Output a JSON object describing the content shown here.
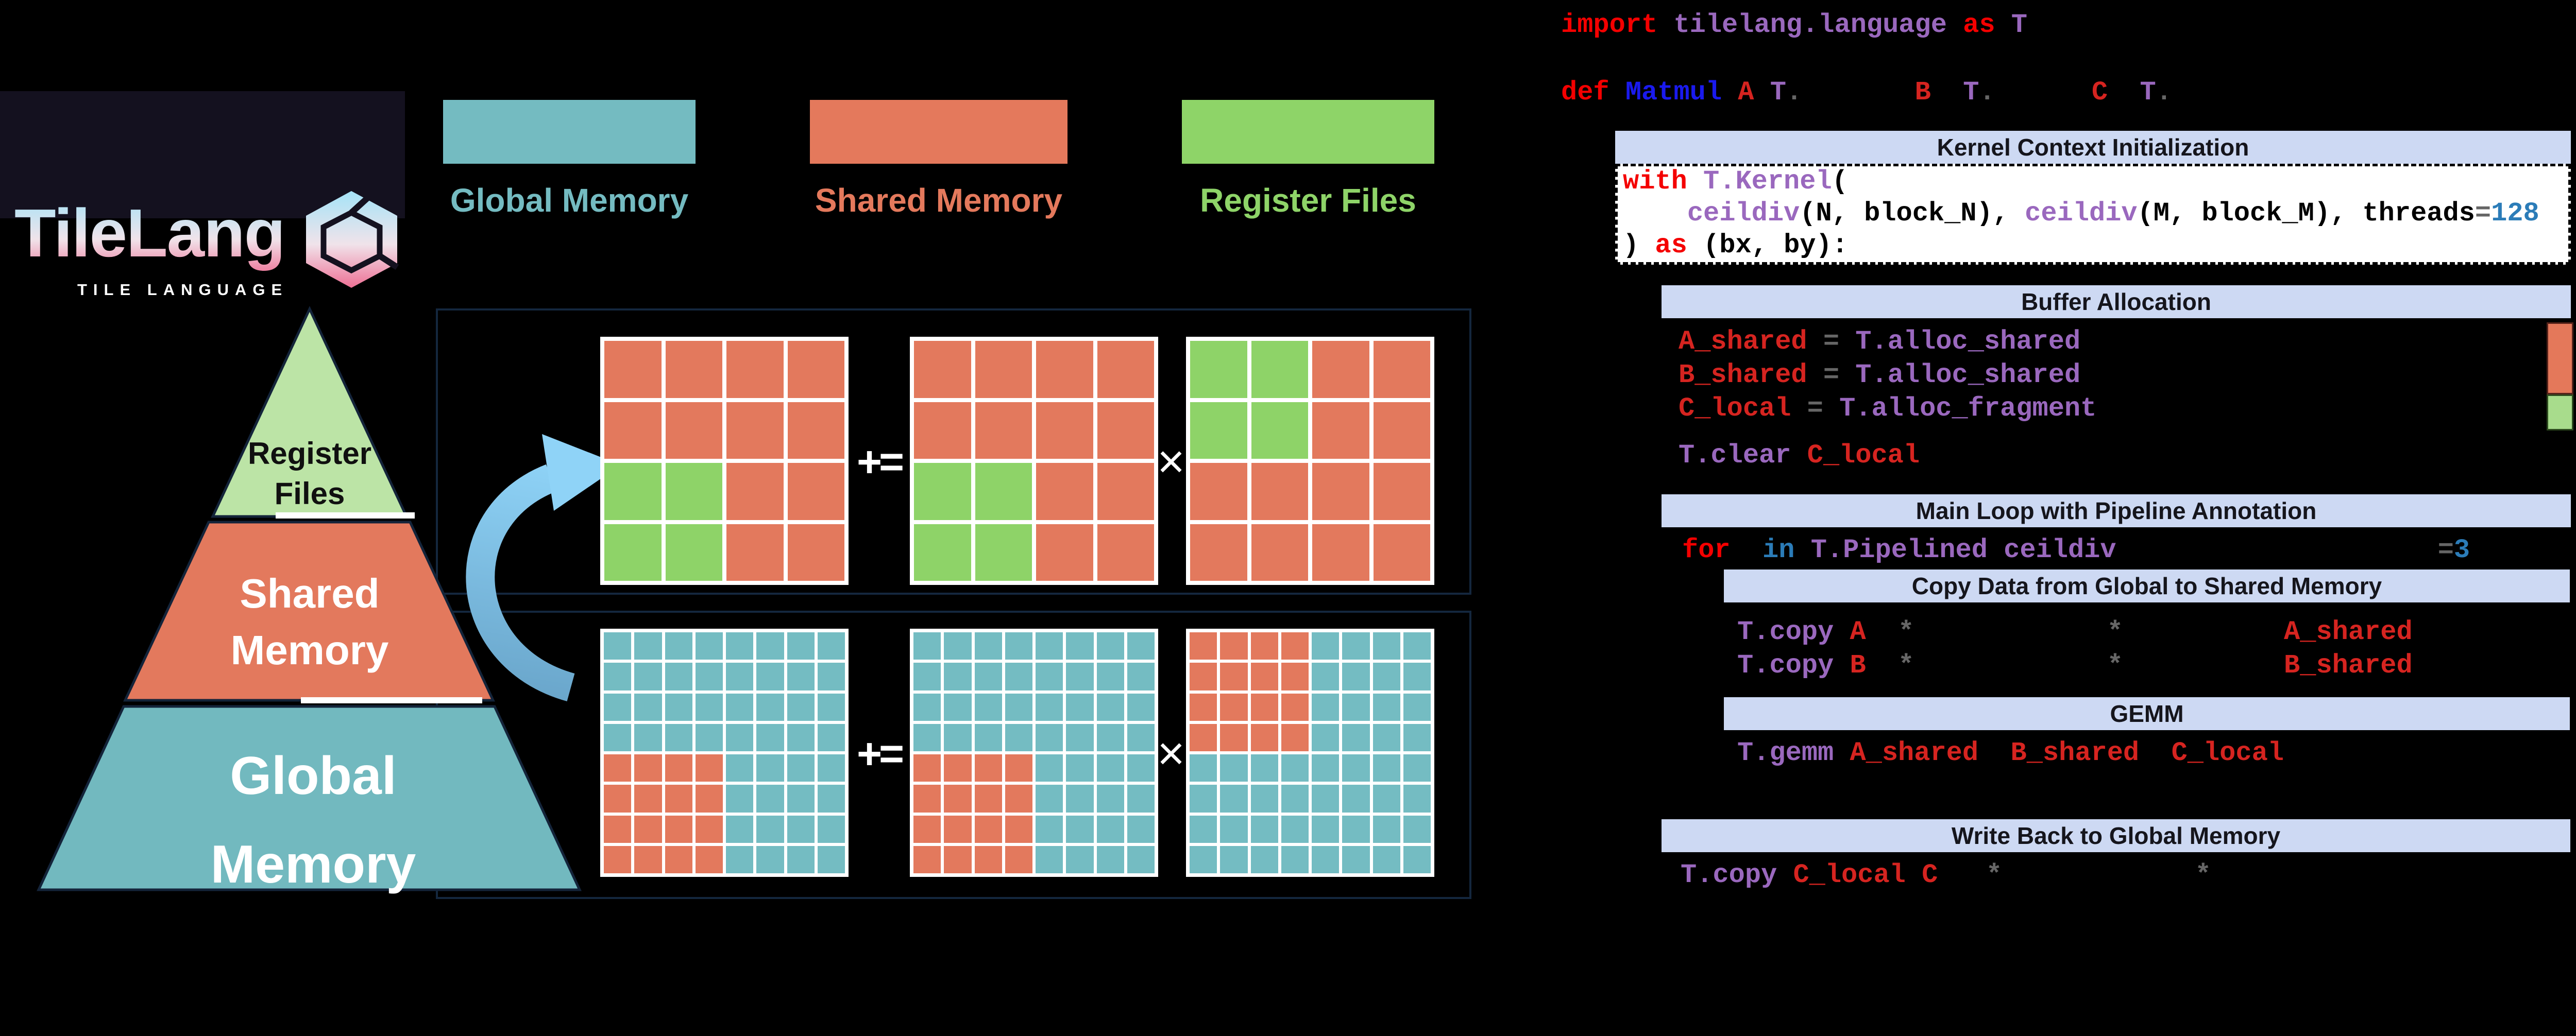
{
  "logo": {
    "title": "TileLang",
    "subtitle": "TILE LANGUAGE",
    "panel_color": "#14111f",
    "gradient_top": "#a5e3f7",
    "gradient_bottom": "#ee7095"
  },
  "legend": {
    "items": [
      {
        "label": "Global Memory",
        "color": "#74bbc1"
      },
      {
        "label": "Shared Memory",
        "color": "#e4795c"
      },
      {
        "label": "Register Files",
        "color": "#8ed468"
      }
    ]
  },
  "pyramid": {
    "levels": [
      {
        "label": "Register Files",
        "lines": [
          "Register",
          "Files"
        ],
        "color": "#bce4a6"
      },
      {
        "label": "Shared Memory",
        "lines": [
          "Shared",
          "Memory"
        ],
        "color": "#e3795d"
      },
      {
        "label": "Global Memory",
        "lines": [
          "Global",
          "Memory"
        ],
        "color": "#72b9bf"
      }
    ]
  },
  "matrices": {
    "cell_colors": {
      "S": "#e3795d",
      "G": "#8ed368",
      "T": "#74bcc2"
    },
    "operators": {
      "accum": "+=",
      "mul": "×"
    },
    "top": {
      "grids": [
        [
          "SSSS",
          "SSSS",
          "GGSS",
          "GGSS"
        ],
        [
          "SSSS",
          "SSSS",
          "GGSS",
          "GGSS"
        ],
        [
          "GGSS",
          "GGSS",
          "SSSS",
          "SSSS"
        ]
      ]
    },
    "bottom": {
      "grids": [
        [
          "TTTTTTTT",
          "TTTTTTTT",
          "TTTTTTTT",
          "TTTTTTTT",
          "SSSSTTTT",
          "SSSSTTTT",
          "SSSSTTTT",
          "SSSSTTTT"
        ],
        [
          "TTTTTTTT",
          "TTTTTTTT",
          "TTTTTTTT",
          "TTTTTTTT",
          "SSSSTTTT",
          "SSSSTTTT",
          "SSSSTTTT",
          "SSSSTTTT"
        ],
        [
          "SSSSTTTT",
          "SSSSTTTT",
          "SSSSTTTT",
          "SSSSTTTT",
          "TTTTTTTT",
          "TTTTTTTT",
          "TTTTTTTT",
          "TTTTTTTT"
        ]
      ]
    }
  },
  "sections": {
    "kernel": {
      "title": "Kernel Context Initialization"
    },
    "buffer": {
      "title": "Buffer Allocation"
    },
    "mainloop": {
      "title": "Main Loop with Pipeline Annotation"
    },
    "copy": {
      "title": "Copy Data from Global to Shared Memory"
    },
    "gemm": {
      "title": "GEMM"
    },
    "writeback": {
      "title": "Write Back to Global Memory"
    }
  },
  "code": {
    "g-import": [
      [
        {
          "t": "import ",
          "c": "kw"
        },
        {
          "t": "tilelang.language ",
          "c": "purple"
        },
        {
          "t": "as ",
          "c": "kw"
        },
        {
          "t": "T",
          "c": "purple"
        }
      ]
    ],
    "g-def": [
      [
        {
          "t": "def ",
          "c": "kw"
        },
        {
          "t": "Matmul ",
          "c": "blue"
        },
        {
          "t": "A",
          "c": "red2"
        },
        {
          "t": " ",
          "c": "plain"
        },
        {
          "t": "T",
          "c": "purple"
        },
        {
          "t": ".",
          "c": "gray"
        },
        {
          "t": "       ",
          "c": "plain"
        },
        {
          "t": "B",
          "c": "red2"
        },
        {
          "t": "  ",
          "c": "plain"
        },
        {
          "t": "T",
          "c": "purple"
        },
        {
          "t": ".",
          "c": "gray"
        },
        {
          "t": "      ",
          "c": "plain"
        },
        {
          "t": "C",
          "c": "red2"
        },
        {
          "t": "  ",
          "c": "plain"
        },
        {
          "t": "T",
          "c": "purple"
        },
        {
          "t": ".",
          "c": "gray"
        }
      ]
    ],
    "g-kernel": [
      [
        {
          "t": "with ",
          "c": "kw"
        },
        {
          "t": "T.Kernel",
          "c": "purple"
        },
        {
          "t": "(",
          "c": "plain"
        }
      ],
      [
        {
          "t": "    ",
          "c": "plain"
        },
        {
          "t": "ceildiv",
          "c": "purple"
        },
        {
          "t": "(N, block_N), ",
          "c": "plain"
        },
        {
          "t": "ceildiv",
          "c": "purple"
        },
        {
          "t": "(M, block_M), threads",
          "c": "plain"
        },
        {
          "t": "=",
          "c": "gray"
        },
        {
          "t": "128",
          "c": "num"
        }
      ],
      [
        {
          "t": ") ",
          "c": "plain"
        },
        {
          "t": "as ",
          "c": "kw"
        },
        {
          "t": "(bx, by):",
          "c": "plain"
        }
      ]
    ],
    "g-buffer": [
      [
        {
          "t": "A_shared ",
          "c": "red2"
        },
        {
          "t": "= ",
          "c": "gray"
        },
        {
          "t": "T.alloc_shared",
          "c": "purple"
        }
      ],
      [
        {
          "t": "B_shared ",
          "c": "red2"
        },
        {
          "t": "= ",
          "c": "gray"
        },
        {
          "t": "T.alloc_shared",
          "c": "purple"
        }
      ],
      [
        {
          "t": "C_local ",
          "c": "red2"
        },
        {
          "t": "= ",
          "c": "gray"
        },
        {
          "t": "T.alloc_fragment",
          "c": "purple"
        }
      ]
    ],
    "g-clear": [
      [
        {
          "t": "T.clear ",
          "c": "purple"
        },
        {
          "t": "C_local",
          "c": "red2"
        }
      ]
    ],
    "g-for": [
      [
        {
          "t": "for",
          "c": "kw"
        },
        {
          "t": "  ",
          "c": "plain"
        },
        {
          "t": "in",
          "c": "num"
        },
        {
          "t": " ",
          "c": "plain"
        },
        {
          "t": "T.Pipelined ceildiv",
          "c": "purple"
        },
        {
          "t": "                    ",
          "c": "plain"
        },
        {
          "t": "=",
          "c": "gray"
        },
        {
          "t": "3",
          "c": "num"
        }
      ]
    ],
    "g-copy": [
      [
        {
          "t": "T.copy ",
          "c": "purple"
        },
        {
          "t": "A",
          "c": "red2"
        },
        {
          "t": "  ",
          "c": "plain"
        },
        {
          "t": "*",
          "c": "gray"
        },
        {
          "t": "            ",
          "c": "plain"
        },
        {
          "t": "*",
          "c": "gray"
        },
        {
          "t": "          ",
          "c": "plain"
        },
        {
          "t": "A_shared",
          "c": "red2"
        }
      ],
      [
        {
          "t": "T.copy ",
          "c": "purple"
        },
        {
          "t": "B",
          "c": "red2"
        },
        {
          "t": "  ",
          "c": "plain"
        },
        {
          "t": "*",
          "c": "gray"
        },
        {
          "t": "            ",
          "c": "plain"
        },
        {
          "t": "*",
          "c": "gray"
        },
        {
          "t": "          ",
          "c": "plain"
        },
        {
          "t": "B_shared",
          "c": "red2"
        }
      ]
    ],
    "g-gemm": [
      [
        {
          "t": "T.gemm ",
          "c": "purple"
        },
        {
          "t": "A_shared",
          "c": "red2"
        },
        {
          "t": "  ",
          "c": "plain"
        },
        {
          "t": "B_shared",
          "c": "red2"
        },
        {
          "t": "  ",
          "c": "plain"
        },
        {
          "t": "C_local",
          "c": "red2"
        }
      ]
    ],
    "g-writeback": [
      [
        {
          "t": "T.copy ",
          "c": "purple"
        },
        {
          "t": "C_local",
          "c": "red2"
        },
        {
          "t": " ",
          "c": "plain"
        },
        {
          "t": "C",
          "c": "red2"
        },
        {
          "t": "   ",
          "c": "plain"
        },
        {
          "t": "*",
          "c": "gray"
        },
        {
          "t": "            ",
          "c": "plain"
        },
        {
          "t": "*",
          "c": "gray"
        }
      ]
    ]
  },
  "colors": {
    "section_bar": "#cdd9f3",
    "arrow_light": "#8fd3f7",
    "arrow_dark": "#69a5ca",
    "sidebar_shared": "#e4785a",
    "sidebar_local": "#a8dc8c",
    "keyword_red": "#f40000",
    "identifier_red": "#d62420",
    "purple": "#9a68be",
    "function_blue": "#1a1aee",
    "number_blue": "#2b7cb8"
  }
}
